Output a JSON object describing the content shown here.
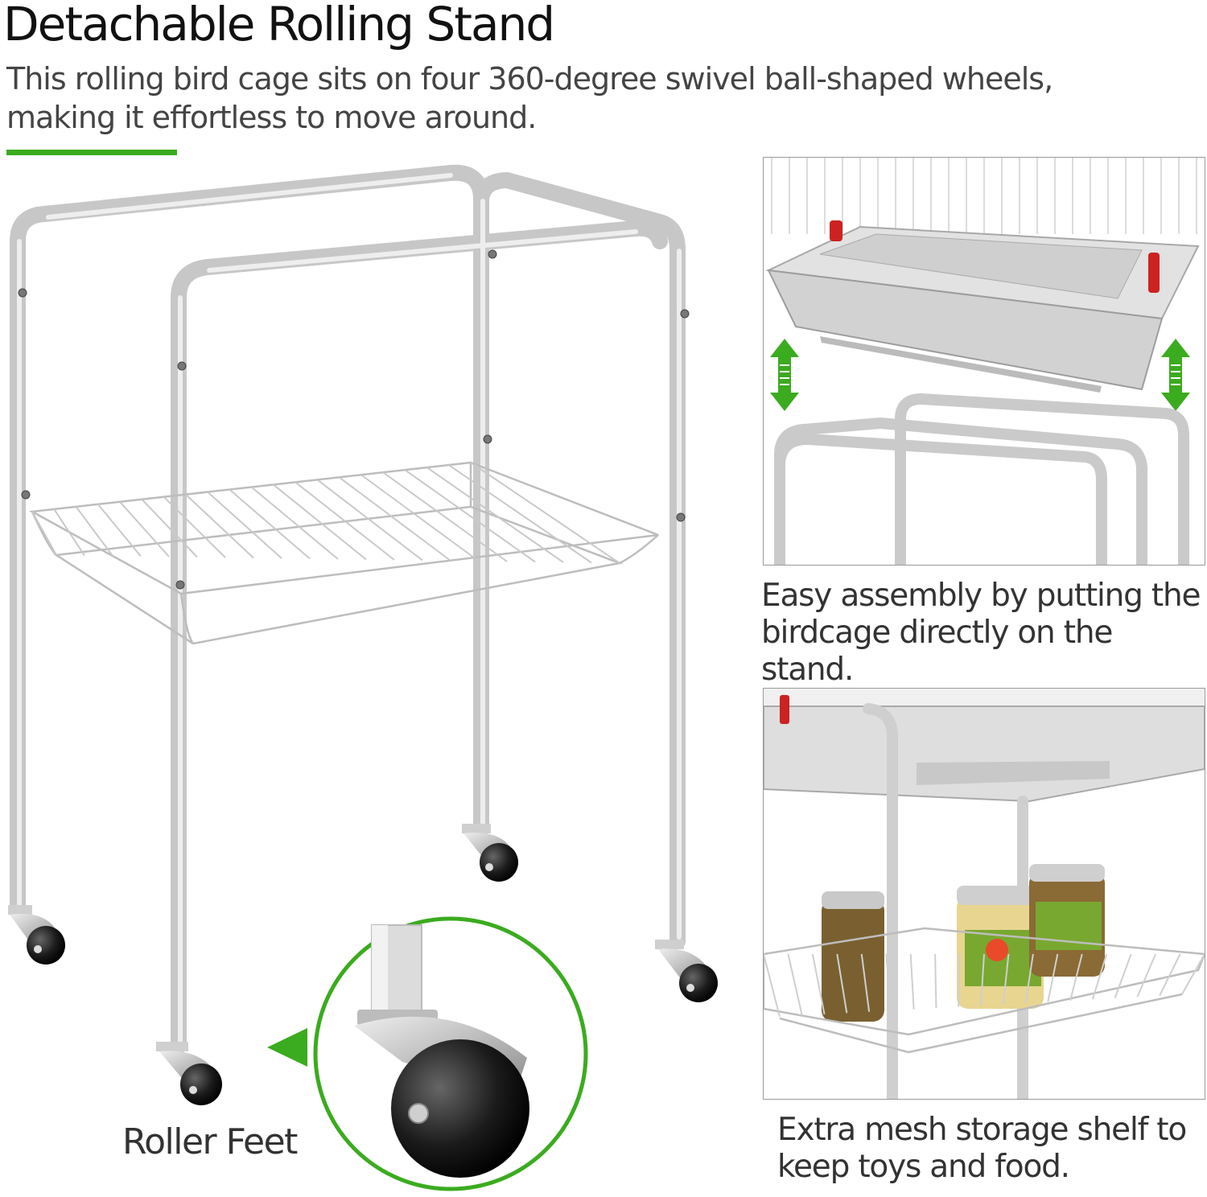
{
  "title": "Detachable Rolling Stand",
  "subtitle": "This rolling bird cage sits on four 360-degree swivel ball-shaped wheels, making it effortless to move around.",
  "zoom_label": "Roller Feet",
  "panels": {
    "assembly_caption": "Easy assembly by putting the birdcage directly on the stand.",
    "storage_caption": "Extra mesh storage shelf to keep toys and food."
  },
  "colors": {
    "accent": "#3bab1f",
    "frame": "#d8d8d8",
    "clip": "#cc2222"
  }
}
